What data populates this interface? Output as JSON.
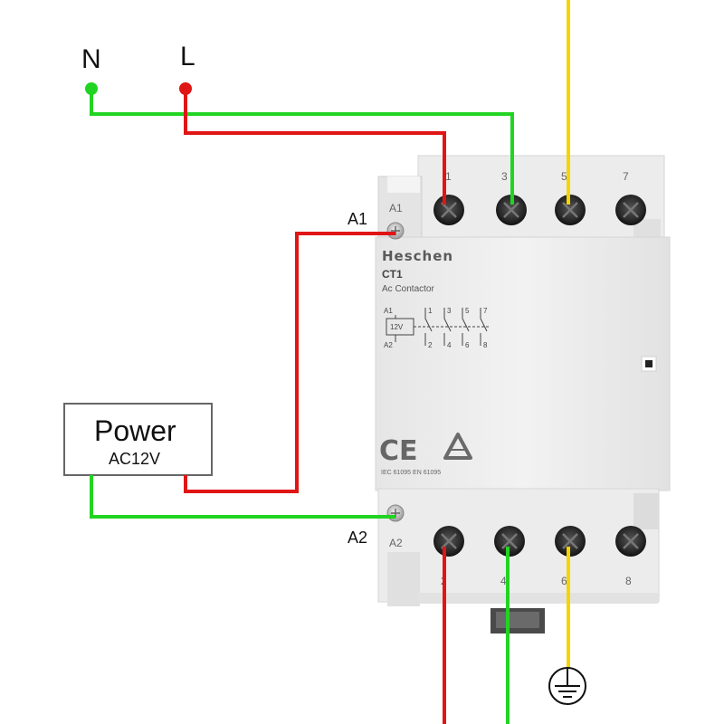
{
  "labels": {
    "neutral": "N",
    "line": "L",
    "coil_a1": "A1",
    "coil_a2": "A2"
  },
  "power_supply": {
    "title": "Power",
    "voltage": "AC12V"
  },
  "contactor": {
    "brand": "Heschen",
    "model": "CT1",
    "type": "Ac Contactor",
    "coil_voltage": "12V",
    "coil_terminal_top": "A1",
    "coil_terminal_bottom": "A2",
    "top_terminals": [
      "1",
      "3",
      "5",
      "7"
    ],
    "bottom_terminals": [
      "2",
      "4",
      "6",
      "8"
    ],
    "schematic_top_numbers": [
      "1",
      "3",
      "5",
      "7"
    ],
    "schematic_bottom_numbers": [
      "2",
      "4",
      "6",
      "8"
    ],
    "schematic_a1": "A1",
    "schematic_a2": "A2",
    "standards": "IEC 61095   EN 61095",
    "marks": [
      "CE",
      "triangle-compliance-mark"
    ]
  },
  "wire_colors": {
    "neutral": "#22d422",
    "line": "#e01515",
    "earth": "#f5d400",
    "housing": "#eeeeee",
    "terminal": "#2a2a2a"
  },
  "icons": [
    "earth-ground-icon",
    "screw-terminal-icon",
    "ce-mark-icon",
    "triangle-mark-icon"
  ]
}
